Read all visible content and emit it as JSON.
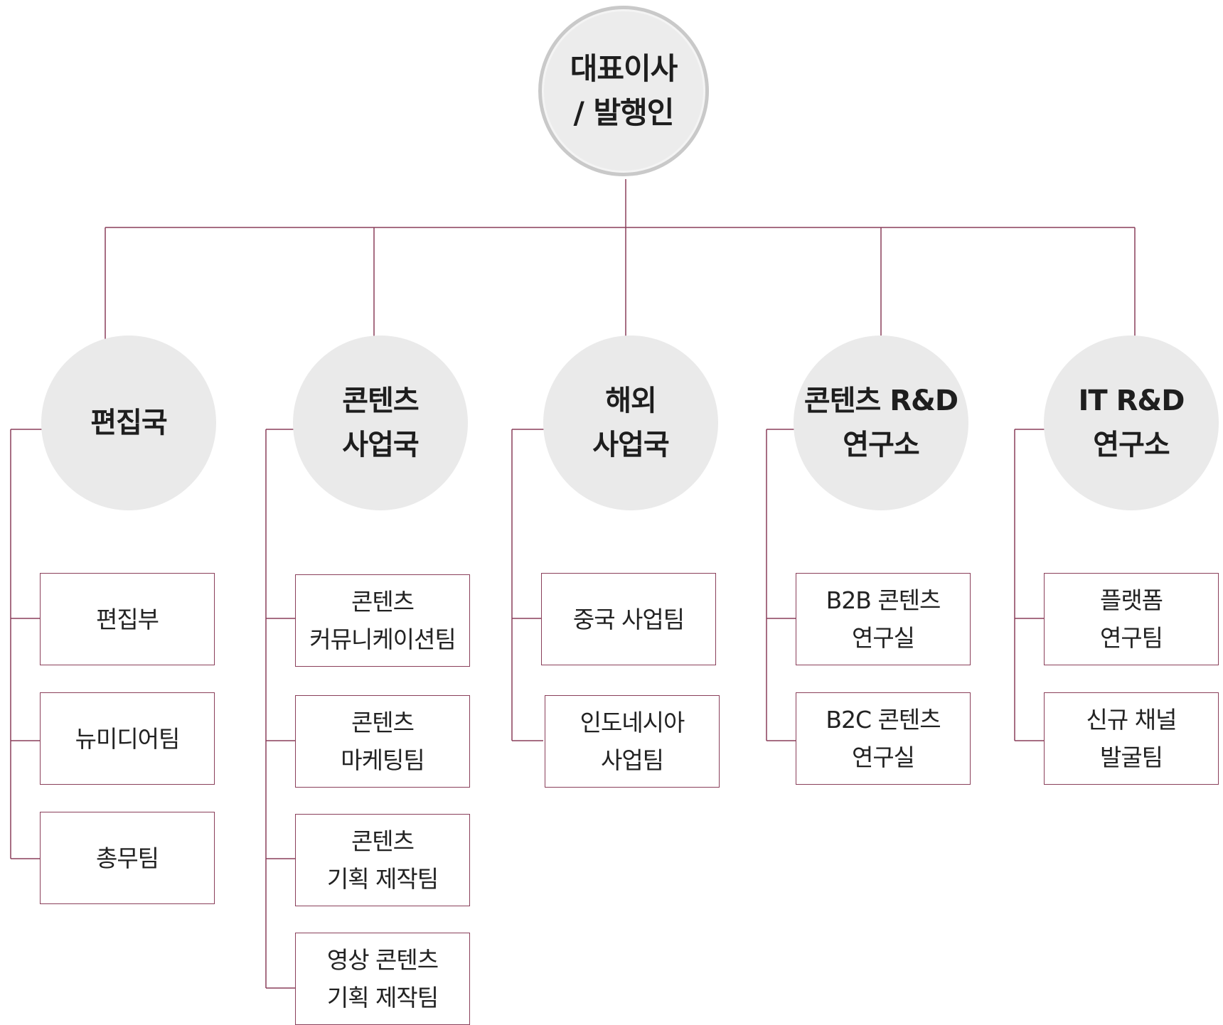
{
  "colors": {
    "connector": "#8a3f5a",
    "root_fill": "#ececec",
    "root_ring": "#c9c9c9",
    "dept_fill": "#eaeaea",
    "team_border": "#8a3f5a"
  },
  "root": {
    "label": "대표이사\n/ 발행인"
  },
  "departments": [
    {
      "label": "편집국",
      "teams": [
        "편집부",
        "뉴미디어팀",
        "총무팀"
      ]
    },
    {
      "label": "콘텐츠\n사업국",
      "teams": [
        "콘텐츠\n커뮤니케이션팀",
        "콘텐츠\n마케팅팀",
        "콘텐츠\n기획 제작팀",
        "영상 콘텐츠\n기획 제작팀"
      ]
    },
    {
      "label": "해외\n사업국",
      "teams": [
        "중국 사업팀",
        "인도네시아\n사업팀"
      ]
    },
    {
      "label": "콘텐츠 R&D\n연구소",
      "teams": [
        "B2B 콘텐츠\n연구실",
        "B2C 콘텐츠\n연구실"
      ]
    },
    {
      "label": "IT R&D\n연구소",
      "teams": [
        "플랫폼\n연구팀",
        "신규 채널\n발굴팀"
      ]
    }
  ]
}
